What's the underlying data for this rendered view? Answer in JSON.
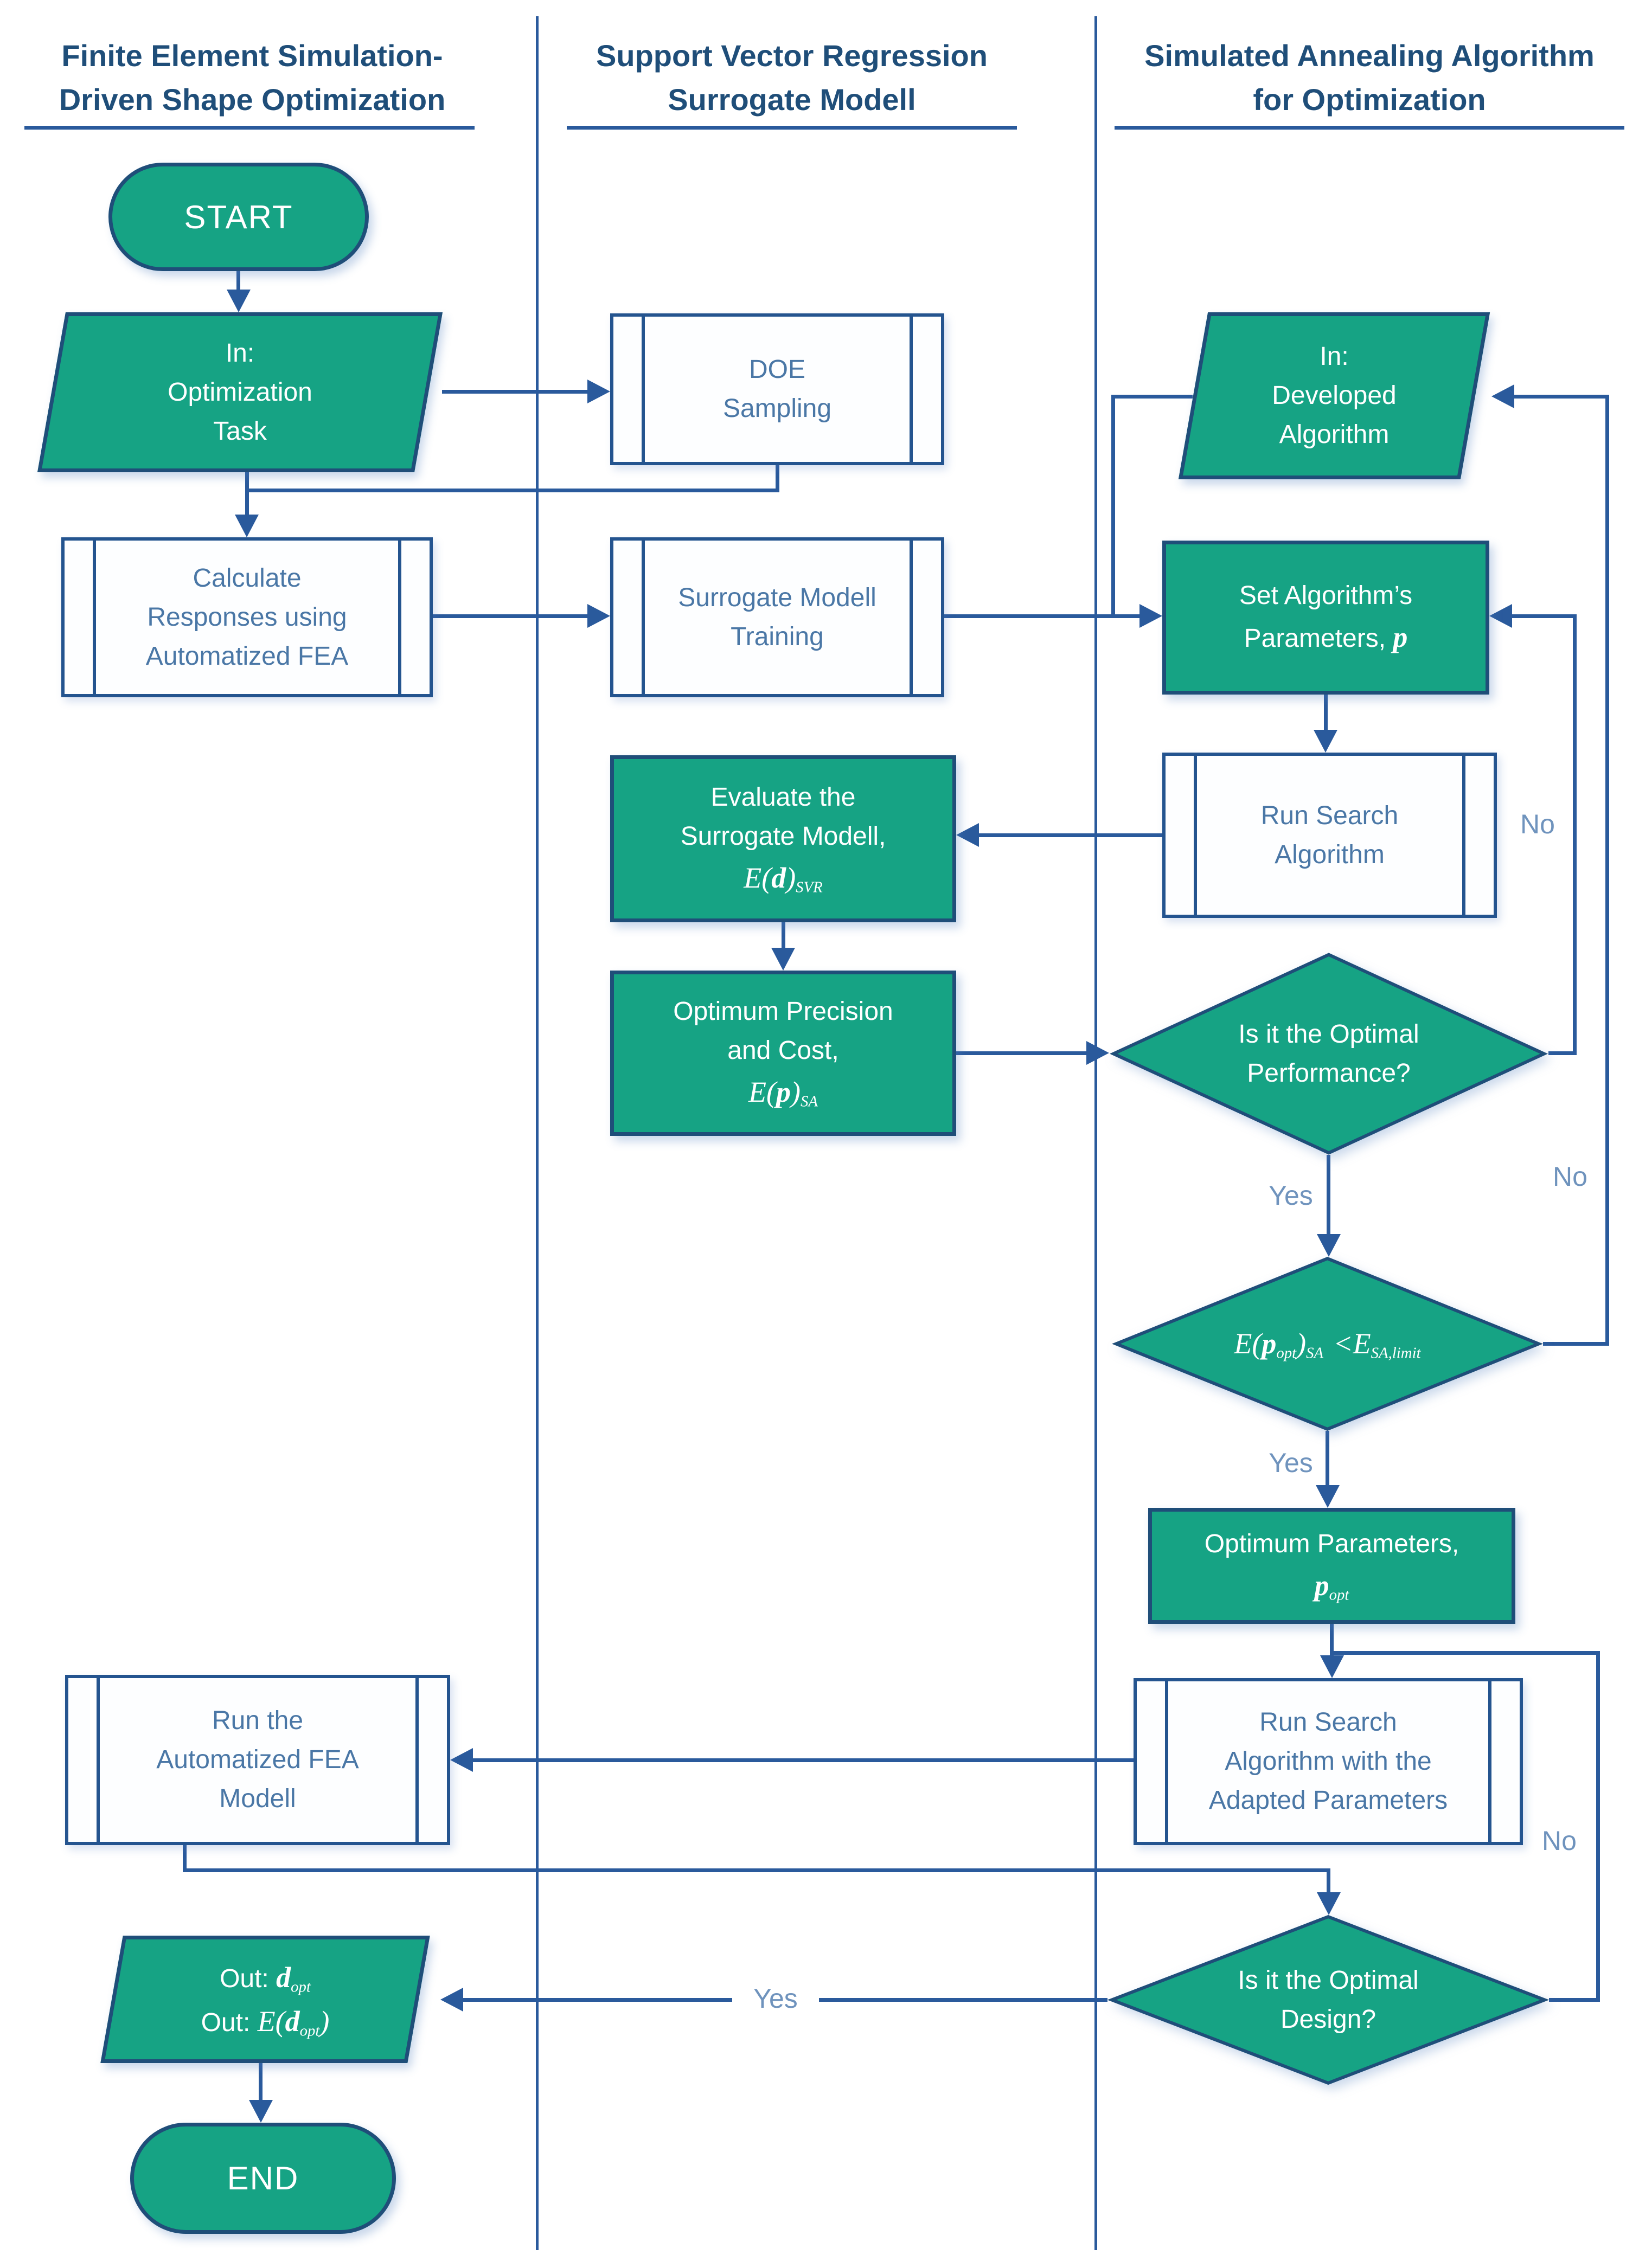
{
  "lanes": [
    {
      "title_line1": "Finite Element Simulation-",
      "title_line2": "Driven Shape Optimization"
    },
    {
      "title_line1": "Support Vector Regression",
      "title_line2": "Surrogate Modell"
    },
    {
      "title_line1": "Simulated Annealing Algorithm",
      "title_line2": "for Optimization"
    }
  ],
  "nodes": {
    "start": {
      "label": "START"
    },
    "in_task": {
      "line1": "In:",
      "line2": "Optimization",
      "line3": "Task"
    },
    "doe": {
      "line1": "DOE",
      "line2": "Sampling"
    },
    "in_algorithm": {
      "line1": "In:",
      "line2": "Developed",
      "line3": "Algorithm"
    },
    "calc_fea": {
      "line1": "Calculate",
      "line2": "Responses using",
      "line3": "Automatized FEA"
    },
    "training": {
      "line1": "Surrogate Modell",
      "line2": "Training"
    },
    "set_params": {
      "line1": "Set Algorithm’s",
      "line2_pre": "Parameters, ",
      "line2_var": "p"
    },
    "evaluate": {
      "line1": "Evaluate the",
      "line2": "Surrogate Modell,",
      "f_pre": "E(",
      "f_var": "d",
      "f_post": ")",
      "f_sub": "SVR"
    },
    "run_search": {
      "line1": "Run Search",
      "line2": "Algorithm"
    },
    "opt_precision": {
      "line1": "Optimum Precision",
      "line2": "and Cost,",
      "f_pre": "E(",
      "f_var": "p",
      "f_post": ")",
      "f_sub": "SA"
    },
    "d_performance": {
      "line1": "Is it the Optimal",
      "line2": "Performance?"
    },
    "d_limit": {
      "f1": "E(",
      "f2": "p",
      "f2_sub": "opt",
      "f3": ")",
      "f3_sub": "SA",
      "f4": "<",
      "f5": "E",
      "f5_sub": "SA,limit"
    },
    "opt_params": {
      "line1": "Optimum Parameters,",
      "f_var": "p",
      "f_sub": "opt"
    },
    "run_adapted": {
      "line1": "Run Search",
      "line2": "Algorithm with the",
      "line3": "Adapted Parameters"
    },
    "run_fea": {
      "line1": "Run the",
      "line2": "Automatized FEA",
      "line3": "Modell"
    },
    "d_design": {
      "line1": "Is it the Optimal",
      "line2": "Design?"
    },
    "out": {
      "o1_pre": "Out: ",
      "o1_var": "d",
      "o1_sub": "opt",
      "o2_pre": "Out: ",
      "o2_f": "E(",
      "o2_var": "d",
      "o2_sub": "opt",
      "o2_post": ")"
    },
    "end": {
      "label": "END"
    }
  },
  "edge_labels": {
    "yes_performance": "Yes",
    "no_performance": "No",
    "yes_limit": "Yes",
    "no_limit": "No",
    "yes_design": "Yes",
    "no_design": "No"
  },
  "colors": {
    "shape_green": "#16a384",
    "shape_border": "#1f4e79",
    "connector_blue": "#2a5a9c",
    "header_text": "#1f4e79",
    "white_box_text": "#4a77a6",
    "edge_label_text": "#6f93bd"
  }
}
